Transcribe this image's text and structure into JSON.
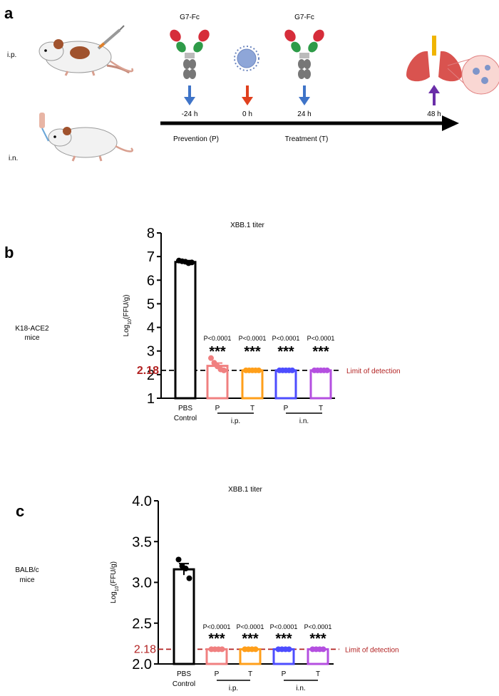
{
  "panel_a": {
    "panel_letter": "a",
    "route_ip": "i.p.",
    "route_in": "i.n.",
    "antibody_label_1": "G7-Fc",
    "antibody_label_2": "G7-Fc",
    "time_1": "-24 h",
    "time_2": "0 h",
    "time_3": "24 h",
    "time_4": "48 h",
    "prevention_label": "Prevention (P)",
    "treatment_label": "Treatment (T)",
    "colors": {
      "arrow_blue": "#3f74c8",
      "arrow_red": "#e0401e",
      "arrow_purple": "#6a2ea8",
      "lung": "#d9534f"
    }
  },
  "panel_b": {
    "panel_letter": "b",
    "side_label_1": "K18-ACE2",
    "side_label_2": "mice",
    "chart_data": {
      "type": "bar",
      "title": "XBB.1 titer",
      "ylabel": "Log10(FFU/g)",
      "ylim": [
        1,
        8
      ],
      "yticks": [
        "1",
        "2",
        "3",
        "4",
        "5",
        "6",
        "7",
        "8"
      ],
      "categories": [
        "PBS Control",
        "P",
        "T",
        "P",
        "T"
      ],
      "groups": [
        {
          "label": "i.p.",
          "members": [
            "P",
            "T"
          ]
        },
        {
          "label": "i.n.",
          "members": [
            "P",
            "T"
          ]
        }
      ],
      "bar_colors": [
        "#000000",
        "#f08080",
        "#ff9f1a",
        "#4d4dff",
        "#b44fe0"
      ],
      "values": [
        6.77,
        2.37,
        2.18,
        2.18,
        2.18
      ],
      "errors": [
        0.06,
        0.12,
        0,
        0,
        0
      ],
      "points": [
        [
          6.83,
          6.8,
          6.78,
          6.72,
          6.75
        ],
        [
          2.7,
          2.5,
          2.35,
          2.22,
          2.18
        ],
        [
          2.18,
          2.18,
          2.18,
          2.18,
          2.18
        ],
        [
          2.18,
          2.18,
          2.18,
          2.18,
          2.18
        ],
        [
          2.18,
          2.18,
          2.18,
          2.18,
          2.18
        ]
      ],
      "pvalues": [
        "",
        "P<0.0001",
        "P<0.0001",
        "P<0.0001",
        "P<0.0001"
      ],
      "stars": [
        "",
        "***",
        "***",
        "***",
        "***"
      ],
      "lod_value": 2.18,
      "lod_label": "2.18",
      "lod_text": "Limit of detection",
      "lod_color": "#b22222"
    }
  },
  "panel_c": {
    "panel_letter": "c",
    "side_label_1": "BALB/c",
    "side_label_2": "mice",
    "chart_data": {
      "type": "bar",
      "title": "XBB.1 titer",
      "ylabel": "Log10(FFU/g)",
      "ylim": [
        2.0,
        4.0
      ],
      "yticks": [
        "2.0",
        "2.5",
        "3.0",
        "3.5",
        "4.0"
      ],
      "categories": [
        "PBS Control",
        "P",
        "T",
        "P",
        "T"
      ],
      "groups": [
        {
          "label": "i.p.",
          "members": [
            "P",
            "T"
          ]
        },
        {
          "label": "i.n.",
          "members": [
            "P",
            "T"
          ]
        }
      ],
      "bar_colors": [
        "#000000",
        "#f08080",
        "#ff9f1a",
        "#4d4dff",
        "#b44fe0"
      ],
      "values": [
        3.16,
        2.18,
        2.18,
        2.18,
        2.18
      ],
      "errors": [
        0.07,
        0,
        0,
        0,
        0
      ],
      "points": [
        [
          3.28,
          3.2,
          3.17,
          3.05
        ],
        [
          2.18,
          2.18,
          2.18,
          2.18
        ],
        [
          2.18,
          2.18,
          2.18,
          2.18
        ],
        [
          2.18,
          2.18,
          2.18,
          2.18
        ],
        [
          2.18,
          2.18,
          2.18,
          2.18
        ]
      ],
      "pvalues": [
        "",
        "P<0.0001",
        "P<0.0001",
        "P<0.0001",
        "P<0.0001"
      ],
      "stars": [
        "",
        "***",
        "***",
        "***",
        "***"
      ],
      "lod_value": 2.18,
      "lod_label": "2.18",
      "lod_text": "Limit of detection",
      "lod_color": "#b22222"
    }
  }
}
